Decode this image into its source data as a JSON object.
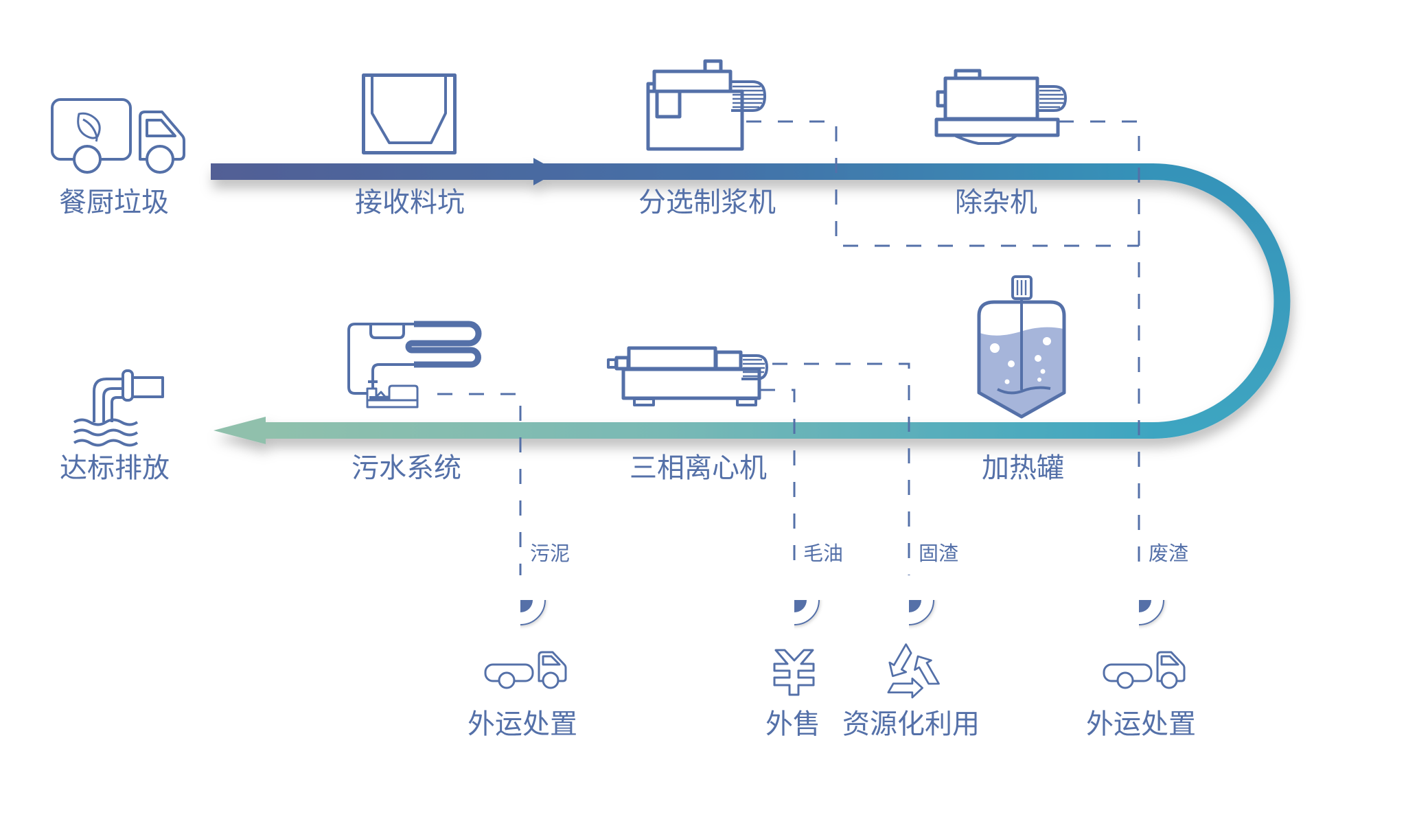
{
  "colors": {
    "primary": "#5470a8",
    "tank_fill": "#a6b5da",
    "flow_gradient": [
      "#525f95",
      "#4471a8",
      "#3593b9",
      "#3ea5c1",
      "#79b9b5",
      "#90c0ac"
    ]
  },
  "process": {
    "main_flow": [
      {
        "label": "餐厨垃圾",
        "icon": "food-waste-truck-icon"
      },
      {
        "label": "接收料坑",
        "icon": "receiving-pit-icon"
      },
      {
        "label": "分选制浆机",
        "icon": "sorting-pulper-icon"
      },
      {
        "label": "除杂机",
        "icon": "impurity-remover-icon"
      },
      {
        "label": "加热罐",
        "icon": "heating-tank-icon"
      },
      {
        "label": "三相离心机",
        "icon": "three-phase-centrifuge-icon"
      },
      {
        "label": "污水系统",
        "icon": "sewage-system-icon"
      },
      {
        "label": "达标排放",
        "icon": "discharge-pipe-icon"
      }
    ],
    "by_products": [
      {
        "stream": "污泥",
        "source": "污水系统",
        "destination": "外运处置",
        "icon": "transport-truck-icon"
      },
      {
        "stream": "毛油",
        "source": "三相离心机",
        "destination": "外售",
        "icon": "yen-icon"
      },
      {
        "stream": "固渣",
        "source": "三相离心机",
        "destination": "资源化利用",
        "icon": "recycle-icon"
      },
      {
        "stream": "废渣",
        "source": "分选制浆机 / 除杂机",
        "destination": "外运处置",
        "icon": "transport-truck-icon"
      }
    ]
  }
}
